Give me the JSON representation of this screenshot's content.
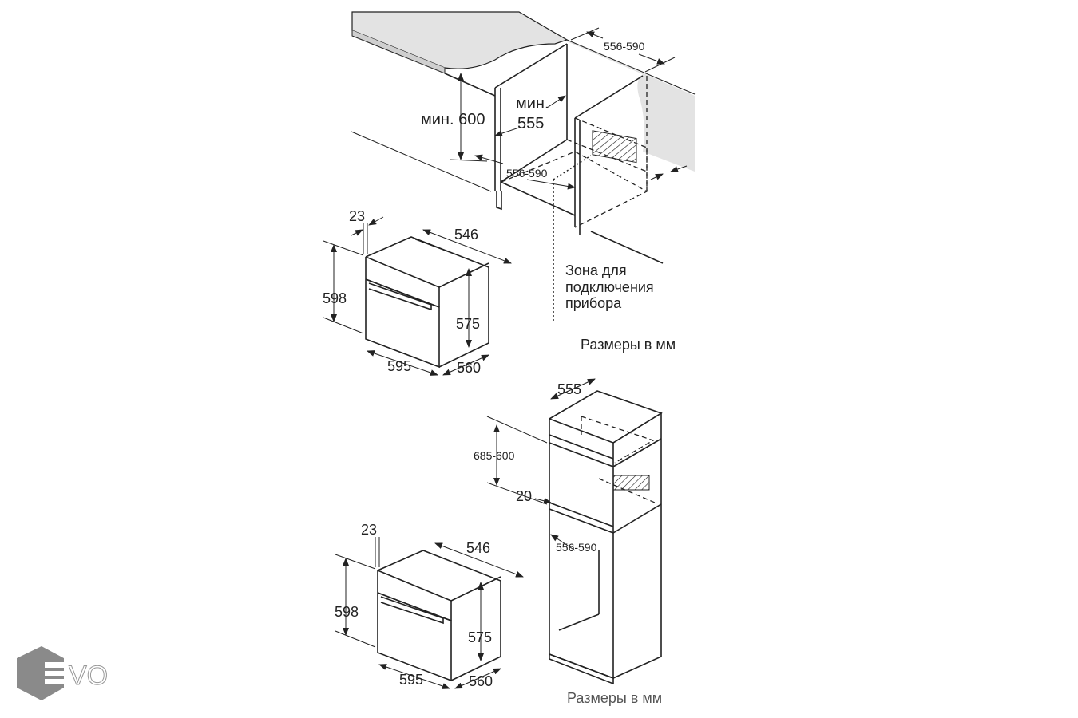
{
  "top_installation": {
    "label_min_600": "мин. 600",
    "label_min": "мин.",
    "label_555": "555",
    "label_width_top": "556-590",
    "label_width_bottom": "556-590",
    "connection_zone": [
      "Зона для",
      "подключения",
      "прибора"
    ],
    "units_note": "Размеры в мм"
  },
  "oven_top": {
    "d_23": "23",
    "d_546": "546",
    "d_598": "598",
    "d_575": "575",
    "d_595": "595",
    "d_560": "560"
  },
  "oven_bottom": {
    "d_23": "23",
    "d_546": "546",
    "d_598": "598",
    "d_575": "575",
    "d_595": "595",
    "d_560": "560"
  },
  "tall_cabinet": {
    "d_555": "555",
    "d_685_600": "685-600",
    "d_20": "20",
    "d_556_590": "556-590",
    "units_note": "Размеры в мм"
  },
  "logo": {
    "text": "EVO"
  }
}
